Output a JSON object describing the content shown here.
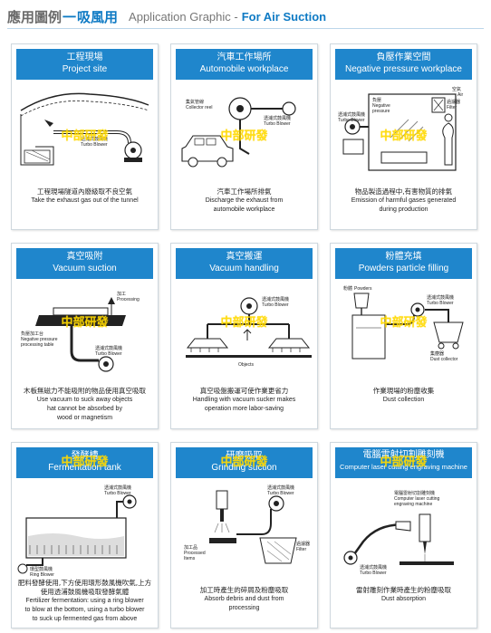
{
  "header": {
    "title_cn_a": "應用圖例",
    "title_sep": "一",
    "title_cn_b": "吸風用",
    "title_en_a": "Application Graphic -",
    "title_en_b": "For Air Suction"
  },
  "watermark": "中部研發",
  "cards": [
    {
      "title_cn": "工程現場",
      "title_en": "Project site",
      "labels": [
        "Turbo Blower",
        "透浦式鼓風機"
      ],
      "caption_cn": "工程現場隧道內廢級取不良空氣",
      "caption_en": [
        "Take the exhaust gas out of the tunnel"
      ]
    },
    {
      "title_cn": "汽車工作場所",
      "title_en": "Automobile workplace",
      "labels": [
        "集氣管線",
        "Collector reel",
        "透浦式鼓風機",
        "Turbo Blower"
      ],
      "caption_cn": "汽車工作場所排氣",
      "caption_en": [
        "Discharge the exhaust from",
        "automobile workplace"
      ]
    },
    {
      "title_cn": "負壓作業空間",
      "title_en": "Negative pressure workplace",
      "labels": [
        "空氣",
        "Air",
        "過濾器",
        "Filter",
        "負壓",
        "Negative",
        "pressure",
        "透浦式鼓風機",
        "Turbo Blower"
      ],
      "caption_cn": "物品製造過程中,有害物質的排氣",
      "caption_en": [
        "Emission of harmful gases generated",
        "during production"
      ]
    },
    {
      "title_cn": "真空吸附",
      "title_en": "Vacuum suction",
      "labels": [
        "加工",
        "Processing",
        "負壓加工台",
        "Negative pressure",
        "processing table",
        "透浦式鼓風機",
        "Turbo Blower"
      ],
      "caption_cn": "木板無磁力不能吸附的物品使用真空吸取",
      "caption_en": [
        "Use vacuum to suck away objects",
        "hat cannot be absorbed by",
        "wood or magnetism"
      ]
    },
    {
      "title_cn": "真空搬運",
      "title_en": "Vacuum handling",
      "labels": [
        "透浦式鼓風機",
        "Turbo Blower",
        "Objects"
      ],
      "caption_cn": "真空吸盤搬運可使作業更省力",
      "caption_en": [
        "Handling with vacuum sucker makes",
        "operation more labor-saving"
      ]
    },
    {
      "title_cn": "粉體充填",
      "title_en": "Powders particle filling",
      "labels": [
        "粉體",
        "Powders",
        "透浦式鼓風機",
        "Turbo Blower",
        "集塵器",
        "Dust collector"
      ],
      "caption_cn": "作業現場的粉塵收集",
      "caption_en": [
        "Dust collection"
      ]
    },
    {
      "title_cn": "發酵槽",
      "title_en": "Fermentation tank",
      "labels": [
        "透浦式鼓風機",
        "Turbo Blower",
        "環型鼓風機",
        "Ring Blower"
      ],
      "caption_cn": "肥料發酵使用,下方使用環形鼓風機吹氣,上方使用透浦鼓風機吸取發酵氣體",
      "caption_en": [
        "Fertilizer fermentation: using a ring blower",
        "to blow at the bottom, using a turbo blower",
        "to suck up fermented gas from above"
      ]
    },
    {
      "title_cn": "研磨吸取",
      "title_en": "Grinding suction",
      "labels": [
        "透浦式鼓風機",
        "Turbo Blower",
        "加工品",
        "Processed",
        "Items",
        "過濾器",
        "Filter"
      ],
      "caption_cn": "加工時產生的碎屑及粉塵吸取",
      "caption_en": [
        "Absorb debris and dust from",
        "processing"
      ]
    },
    {
      "title_cn": "電腦雷射切割雕刻機",
      "title_en": "Computer laser cutting engraving machine",
      "labels": [
        "電腦雷射切割雕刻機",
        "Computer laser cutting",
        "engraving machine",
        "透浦式鼓風機",
        "Turbo Blower"
      ],
      "caption_cn": "雷射雕刻作業時產生的粉塵吸取",
      "caption_en": [
        "Dust absorption"
      ]
    }
  ]
}
